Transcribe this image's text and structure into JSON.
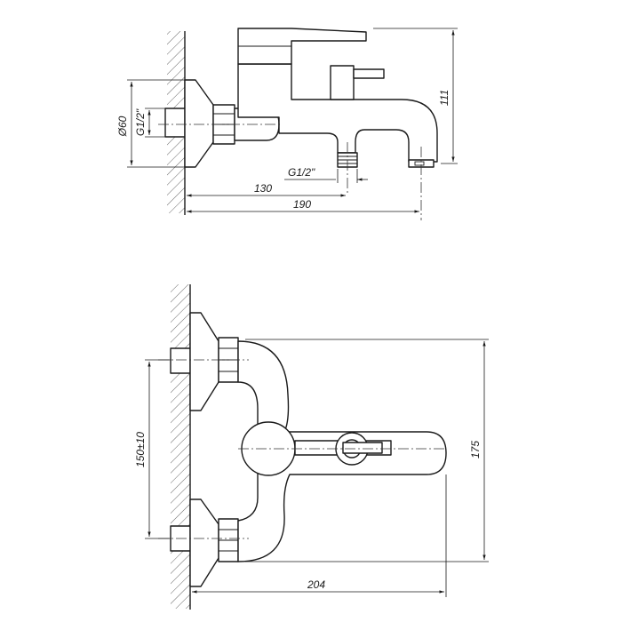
{
  "side_view": {
    "dim_height": "111",
    "dim_flange_diameter": "Ø60",
    "dim_inlet_thread": "G1/2\"",
    "dim_outlet_thread": "G1/2\"",
    "dim_spout_outlet": "130",
    "dim_overall_depth": "190"
  },
  "top_view": {
    "dim_inlet_spacing": "150±10",
    "dim_overall_width": "175",
    "dim_overall_length": "204"
  },
  "colors": {
    "line": "#1a1a1a",
    "background": "#ffffff"
  }
}
